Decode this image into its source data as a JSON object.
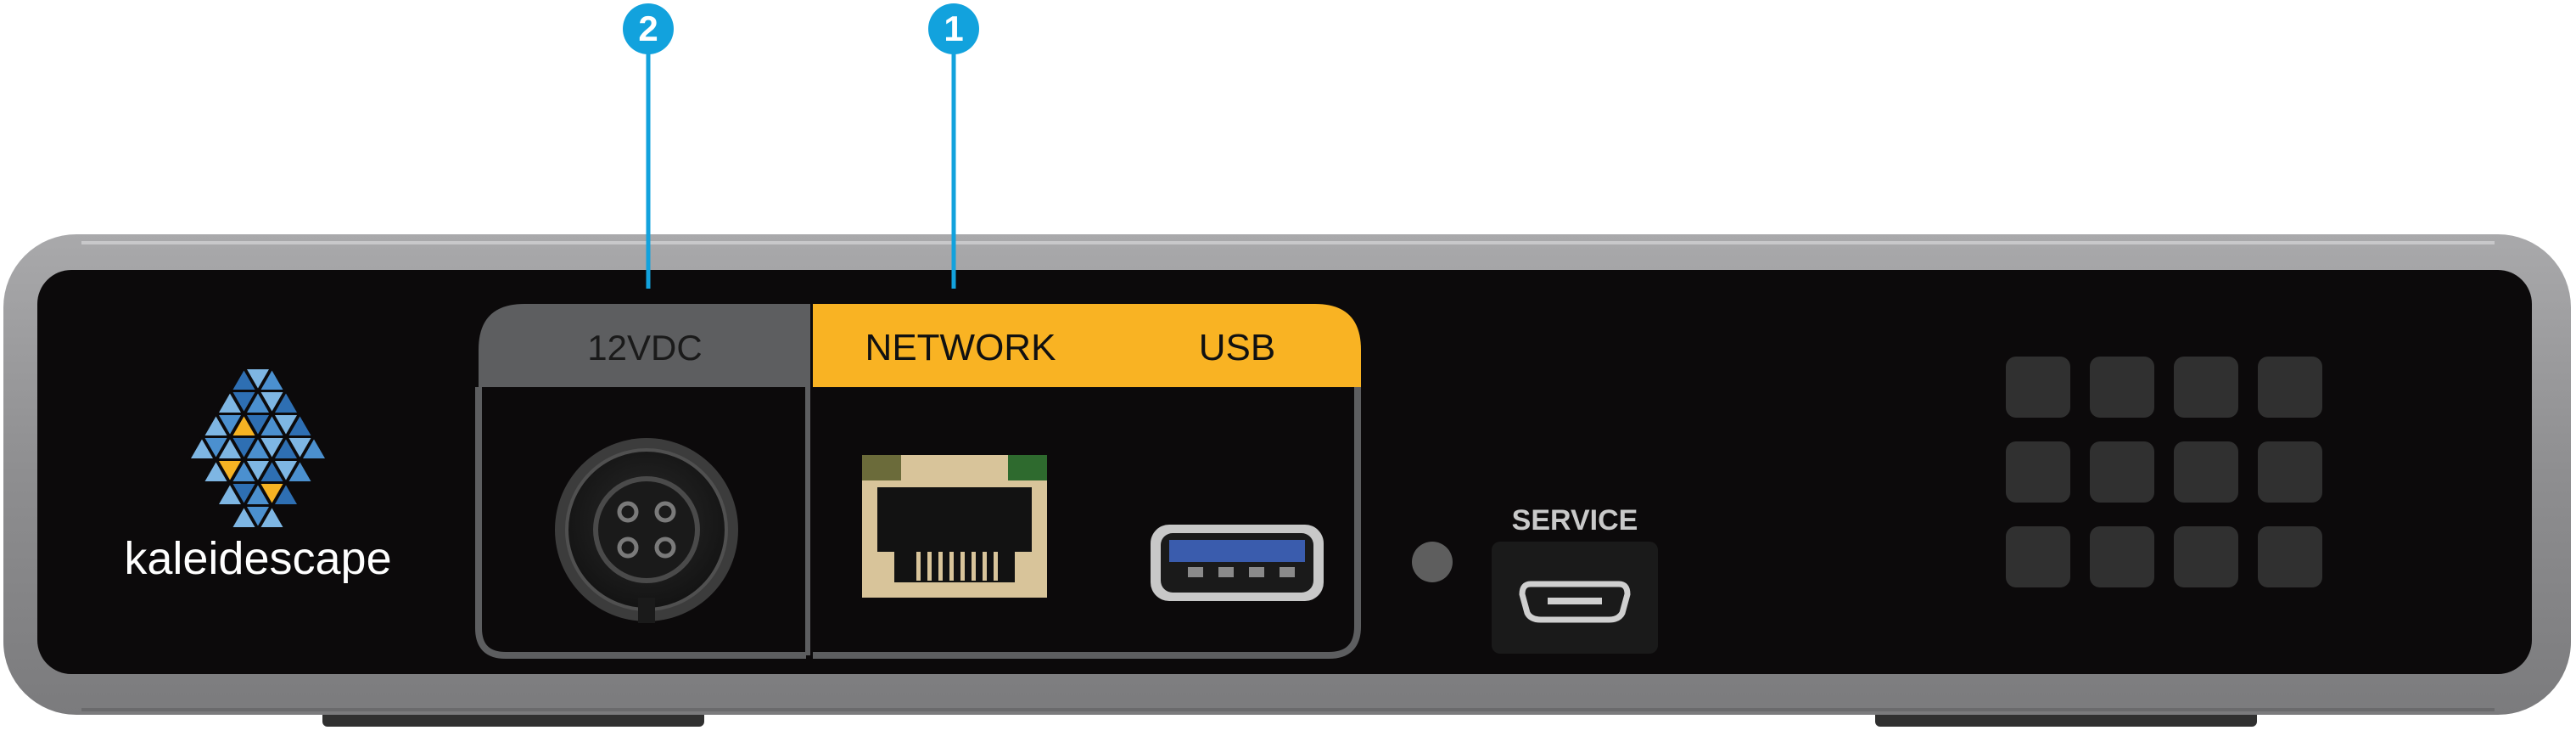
{
  "device": {
    "brand": "kaleidescape",
    "panel_labels": {
      "power": "12VDC",
      "network": "NETWORK",
      "usb": "USB",
      "service": "SERVICE"
    }
  },
  "callouts": [
    {
      "number": "2",
      "target": "12VDC"
    },
    {
      "number": "1",
      "target": "NETWORK"
    }
  ],
  "colors": {
    "callout": "#12a2dd",
    "accent_yellow": "#f9b323",
    "panel_black": "#0c0a0b",
    "frame_gray": "#8c8c8e",
    "power_header_gray": "#5d5e60",
    "usb_blue": "#3a5cad",
    "rj45_tan": "#d8c49a"
  },
  "icons": {
    "logo": "kaleidescape-hex-logo",
    "power_jack": "din-4pin-power-connector",
    "network_port": "rj45-port",
    "usb_port": "usb-a-port",
    "service_port": "micro-usb-port",
    "vent": "vent-grille"
  }
}
